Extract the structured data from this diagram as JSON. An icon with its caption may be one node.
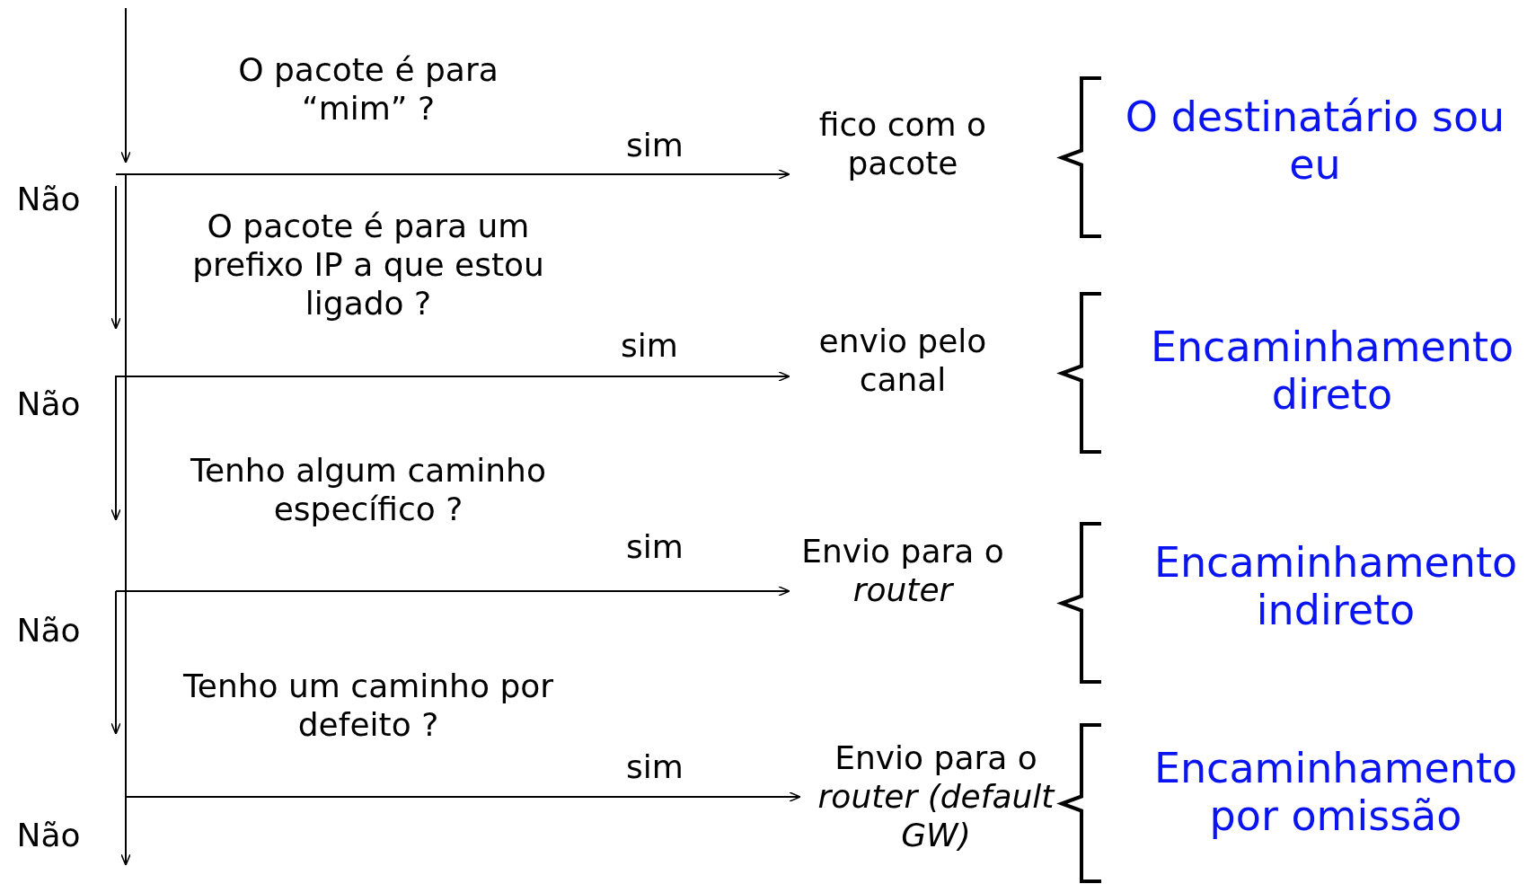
{
  "diagram": {
    "nodes": [
      {
        "text": [
          "fico com o pacote"
        ]
      },
      {
        "text": [
          "envio pelo canal"
        ]
      },
      {
        "text": [
          "Envio para o *router*"
        ]
      },
      {
        "text": [
          "Envio para o *router (default GW)*"
        ]
      }
    ],
    "edges": [
      {
        "from": null,
        "to": 0,
        "arrow": "to",
        "label": "sim"
      },
      {
        "from": null,
        "to": 1,
        "arrow": "to",
        "label": "sim"
      },
      {
        "from": null,
        "to": 2,
        "arrow": "to",
        "label": "sim"
      },
      {
        "from": null,
        "to": 3,
        "arrow": "to",
        "label": "sim"
      }
    ],
    "labels": [
      "O pacote é para “mim” ?",
      "O destinatário sou eu",
      "Não",
      "O pacote é para um prefixo IP a que estou ligado ?",
      "Encaminhamento direto",
      "Não",
      "Tenho algum caminho específico ?",
      "Encaminhamento indireto",
      "Não",
      "Tenho um caminho por defeito ?",
      "Encaminhamento por omissão",
      "Não"
    ]
  }
}
